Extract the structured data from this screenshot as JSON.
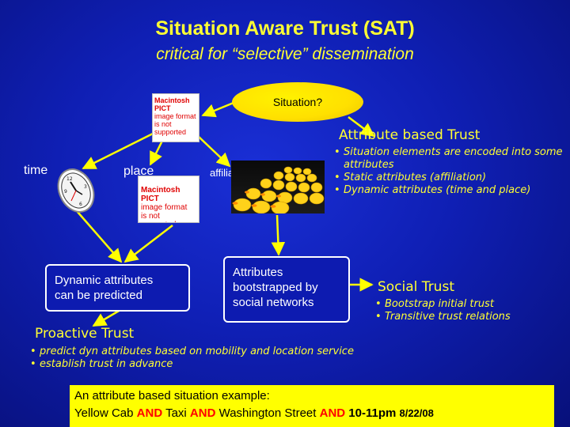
{
  "title": "Situation Aware Trust (SAT)",
  "subtitle": "critical for “selective” dissemination",
  "situation_label": "Situation?",
  "pict_top": {
    "line1": "Macintosh PICT",
    "line2": "image format",
    "line3": "is not supported"
  },
  "pict_mid": {
    "line1": "Macintosh PICT",
    "line2": "image format",
    "line3": "is not supported"
  },
  "labels": {
    "time": "time",
    "place": "place",
    "affiliation": "affiliation"
  },
  "attribute_trust": {
    "heading": "Attribute based Trust",
    "bullets": [
      "Situation elements are encoded into some attributes",
      "Static attributes (affiliation)",
      "Dynamic attributes (time and place)"
    ]
  },
  "box_dynamic": {
    "line1": "Dynamic attributes",
    "line2": "can be predicted"
  },
  "box_social": {
    "line1": "Attributes",
    "line2": "bootstrapped by",
    "line3": "social networks"
  },
  "social_trust": {
    "heading": "Social Trust",
    "bullets": [
      "Bootstrap initial trust",
      "Transitive trust relations"
    ]
  },
  "proactive_trust": {
    "heading": "Proactive Trust",
    "bullets": [
      "predict dyn attributes based on mobility and location service",
      "establish trust in advance"
    ]
  },
  "example": {
    "intro": "An attribute based situation example:",
    "part1": "Yellow Cab ",
    "and1": "AND",
    "part2": " Taxi ",
    "and2": "AND",
    "part3": " Washington Street ",
    "and3": "AND",
    "part4": " 10-11pm ",
    "date": "8/22/08"
  },
  "colors": {
    "background": "#1226c8",
    "accent_yellow": "#ffff33",
    "highlight_red": "#ff0000",
    "arrow": "#ffff00"
  }
}
